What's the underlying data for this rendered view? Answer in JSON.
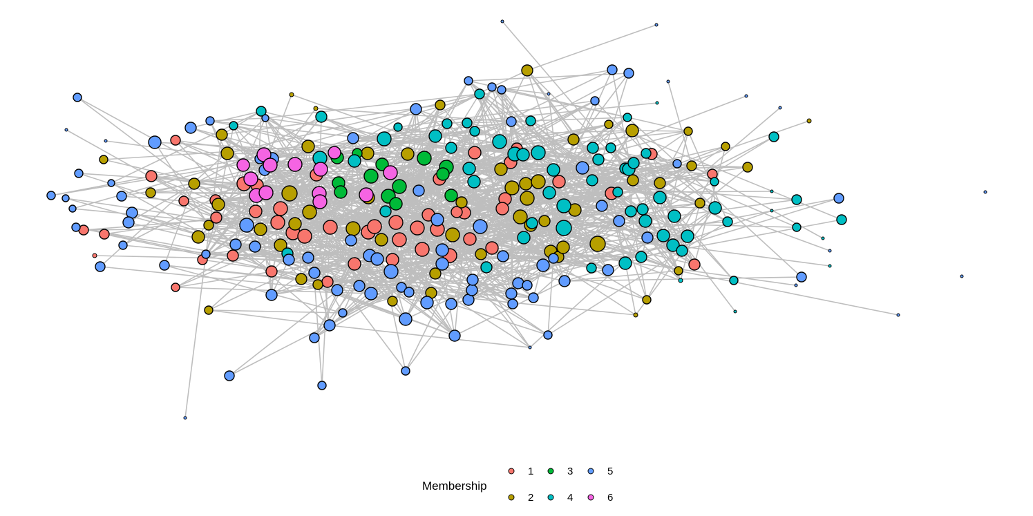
{
  "legend": {
    "title": "Membership",
    "entries": [
      {
        "label": "1",
        "color": "#F8766D"
      },
      {
        "label": "2",
        "color": "#B79F00"
      },
      {
        "label": "3",
        "color": "#00BA38"
      },
      {
        "label": "4",
        "color": "#00BFC4"
      },
      {
        "label": "5",
        "color": "#619CFF"
      },
      {
        "label": "6",
        "color": "#F564E3"
      }
    ]
  },
  "style": {
    "edge_color": "#BEBEBE",
    "node_stroke": "#000000"
  }
}
